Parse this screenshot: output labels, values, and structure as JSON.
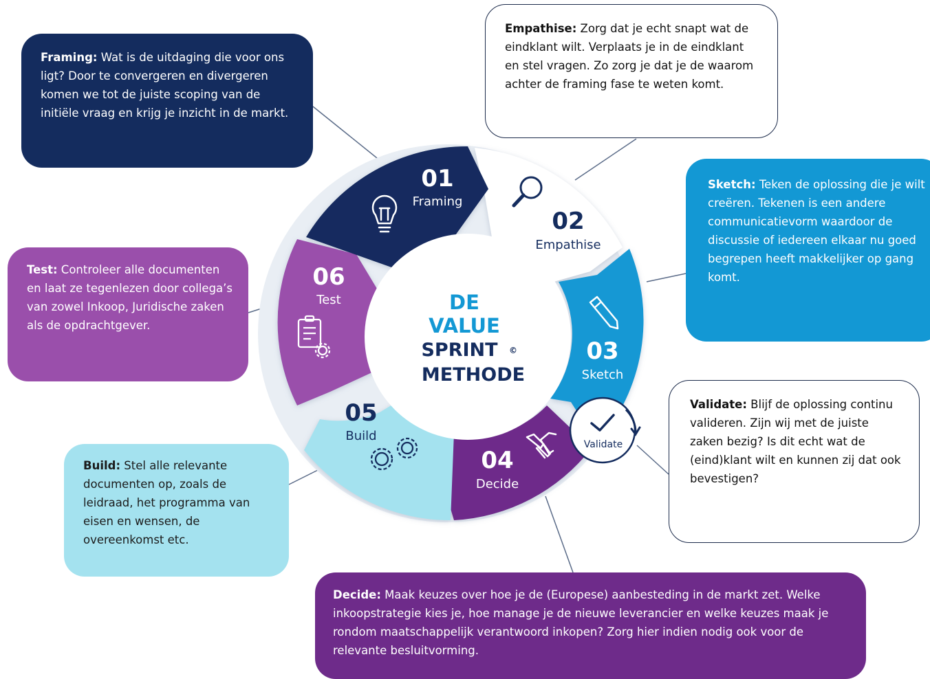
{
  "center": {
    "line1": "DE",
    "line2": "VALUE",
    "line3": "SPRINT",
    "copyright": "©",
    "line4": "METHODE"
  },
  "segments": [
    {
      "num": "01",
      "label": "Framing"
    },
    {
      "num": "02",
      "label": "Empathise"
    },
    {
      "num": "03",
      "label": "Sketch"
    },
    {
      "num": "04",
      "label": "Decide"
    },
    {
      "num": "05",
      "label": "Build"
    },
    {
      "num": "06",
      "label": "Test"
    }
  ],
  "validate_badge": "Validate",
  "boxes": {
    "framing": {
      "title": "Framing:",
      "text": " Wat is de uitdaging die voor ons ligt? Door te convergeren en divergeren komen we tot de juiste scoping van de initiële vraag en krijg je inzicht in de markt."
    },
    "empathise": {
      "title": "Empathise:",
      "text": " Zorg dat je echt snapt wat de eindklant wilt. Verplaats je in de eindklant en stel vragen. Zo zorg je dat je de waarom achter de framing fase te weten komt."
    },
    "sketch": {
      "title": "Sketch:",
      "text": " Teken de oplossing die je wilt creëren. Tekenen is een andere communicatievorm waardoor de discussie of iedereen elkaar nu goed begrepen heeft makkelijker op gang komt."
    },
    "test": {
      "title": "Test:",
      "text": " Controleer alle documenten en laat ze tegenlezen door collega’s van zowel Inkoop, Juridische zaken als de opdrachtgever."
    },
    "validate": {
      "title": "Validate:",
      "text": " Blijf de oplossing continu valideren. Zijn wij met de juiste zaken bezig? Is dit echt wat de (eind)klant wilt en kunnen zij dat ook bevestigen?"
    },
    "build": {
      "title": "Build:",
      "text": " Stel alle relevante documenten op, zoals de leidraad, het programma van eisen en wensen, de overeenkomst etc."
    },
    "decide": {
      "title": "Decide:",
      "text": " Maak keuzes over hoe je de (Europese) aanbesteding in de markt zet. Welke inkoopstrategie kies je, hoe manage je de nieuwe leverancier en welke keuzes maak je rondom maatschappelijk verantwoord inkopen? Zorg hier indien nodig ook voor de relevante besluitvorming."
    }
  },
  "colors": {
    "framing": "#142c5e",
    "empathise": "#ffffff",
    "sketch": "#1398d4",
    "decide": "#6e2b8a",
    "build": "#a4e2ef",
    "test": "#9a4fab",
    "ring_bg": "#e9eef4",
    "center_text": "#1398d4",
    "center_text_dark": "#142c5e"
  },
  "icons": [
    "lightbulb-icon",
    "magnifier-icon",
    "pencil-icon",
    "handshake-icon",
    "gears-icon",
    "clipboard-gear-icon",
    "checkmark-cycle-icon"
  ]
}
